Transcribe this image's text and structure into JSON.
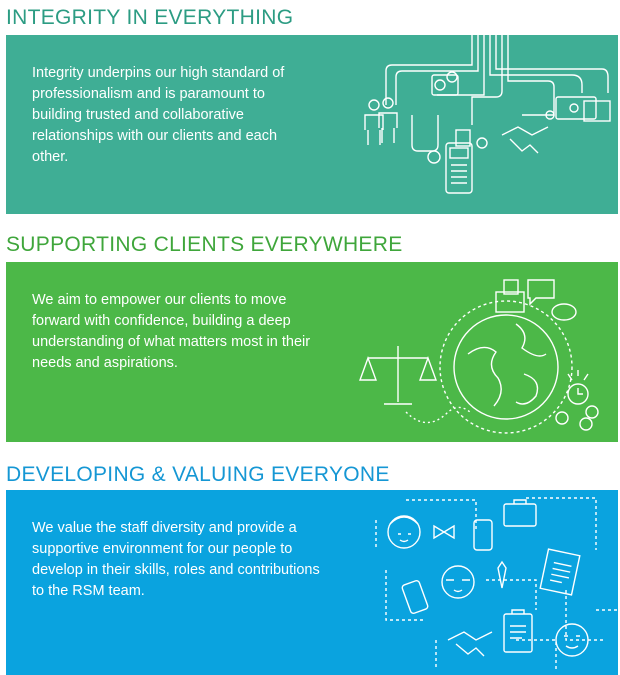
{
  "colors": {
    "integrity": "#3fae95",
    "supporting": "#4cb848",
    "developing": "#0aa3df",
    "integrity_heading": "#2c9c83",
    "supporting_heading": "#3fa63b",
    "developing_heading": "#1597d4"
  },
  "sections": [
    {
      "title": "INTEGRITY IN EVERYTHING",
      "body": "Integrity underpins our high standard of professionalism and is paramount to building trusted and collaborative relationships with our clients and each other.",
      "illustration": "people-payment-handshake-icons"
    },
    {
      "title": "SUPPORTING CLIENTS EVERYWHERE",
      "body": "We aim to empower our clients to move forward with confidence, building a deep understanding of what matters most in their needs and aspirations.",
      "illustration": "globe-scales-speech-icons"
    },
    {
      "title": "DEVELOPING & VALUING EVERYONE",
      "body": "We value the staff diversity and provide a supportive environment for our people to develop in their skills, roles and contributions to the RSM team.",
      "illustration": "team-faces-documents-icons"
    }
  ]
}
